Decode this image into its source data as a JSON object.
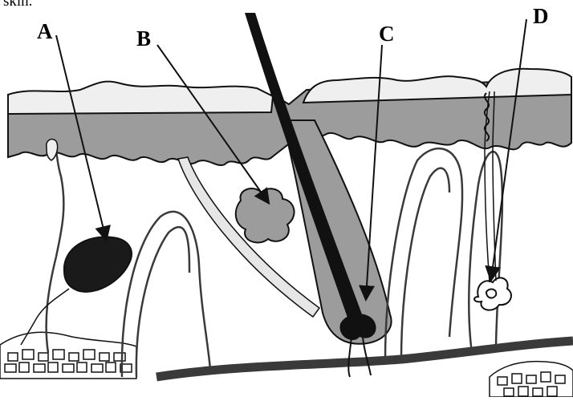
{
  "caption_fragment": "skin.",
  "labels": {
    "a": "A",
    "b": "B",
    "c": "C",
    "d": "D"
  },
  "colors": {
    "ink": "#111111",
    "dermis_shade": "#9c9c9c",
    "epidermis_light": "#efefef",
    "fat_fill": "#ffffff",
    "vessel": "#3a3a3a"
  }
}
